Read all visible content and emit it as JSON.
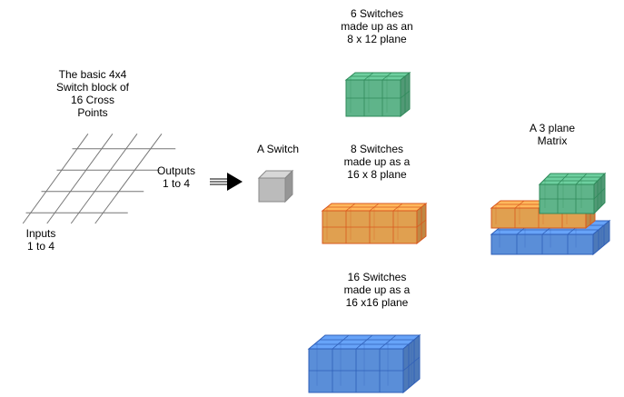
{
  "grid_block": {
    "caption": [
      "The basic 4x4",
      "Switch block of",
      "16 Cross",
      "Points"
    ],
    "inputs_label": [
      "Inputs",
      "1 to 4"
    ],
    "outputs_label": [
      "Outputs",
      "1 to 4"
    ]
  },
  "switch": {
    "caption": "A Switch",
    "color": "#bbbbbb"
  },
  "planes": [
    {
      "caption": [
        "6 Switches",
        "made up as an",
        "8 x 12 plane"
      ],
      "color": "#5fb48a"
    },
    {
      "caption": [
        "8 Switches",
        "made up as a",
        "16 x 8 plane"
      ],
      "color": "#e0a050"
    },
    {
      "caption": [
        "16 Switches",
        "made up as a",
        "16 x16 plane"
      ],
      "color": "#5a8ed8"
    }
  ],
  "matrix": {
    "caption": [
      "A 3 plane",
      "Matrix"
    ]
  }
}
